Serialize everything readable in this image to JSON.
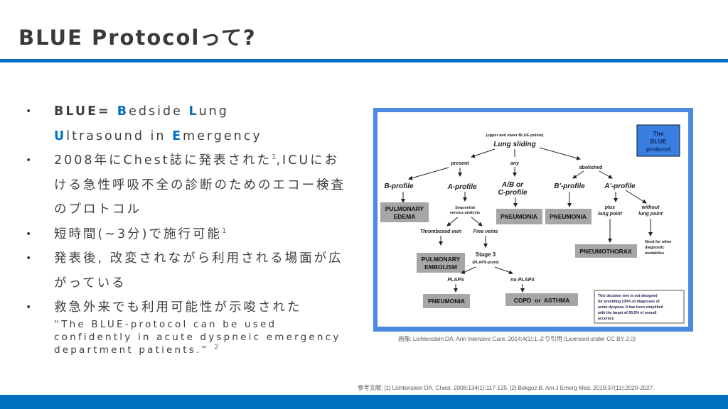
{
  "slide": {
    "title": "BLUE Protocolって?",
    "accent_color": "#0070c0"
  },
  "bullets": [
    {
      "parts": {
        "prefix": "BLUE= ",
        "b": "B",
        "b_rest": "edside ",
        "l": "L",
        "l_rest": "ung",
        "u": "U",
        "u_rest": "ltrasound in ",
        "e": "E",
        "e_rest": "mergency"
      }
    },
    {
      "text": "2008年にChest誌に発表された",
      "sup": "1",
      "tail": ",ICUにおける急性呼吸不全の診断のためのエコー検査のプロトコル"
    },
    {
      "text": "短時間(~3分)で施行可能",
      "sup": "1"
    },
    {
      "text": "発表後, 改変されながら利用される場面が広がっている"
    },
    {
      "text": "救急外来でも利用可能性が示唆された",
      "quote": "“The BLUE-protocol can be used confidently in acute dyspneic emergency department patients.”",
      "quote_sup": "2"
    }
  ],
  "figure": {
    "badge": [
      "The",
      "BLUE",
      "protocol"
    ],
    "top_note": "(upper and lower BLUE-points)",
    "root": "Lung sliding",
    "branches": {
      "present": "present",
      "any": "any",
      "abolished": "abolished"
    },
    "profiles": {
      "b": "B-profile",
      "a": "A-profile",
      "abc": [
        "A/B or",
        "C-profile"
      ],
      "bprime": "B'-profile",
      "aprime": "A'-profile"
    },
    "outcomes": {
      "pulm_edema": [
        "PULMONARY",
        "EDEMA"
      ],
      "pneumonia1": "PNEUMONIA",
      "pneumonia2": "PNEUMONIA",
      "pneumothorax": "PNEUMOTHORAX",
      "pulm_embolism": [
        "PULMONARY",
        "EMBOLISM"
      ],
      "pneumonia3": "PNEUMONIA",
      "copd": "COPD  or  ASTHMA"
    },
    "sequential": [
      "Sequential",
      "venous analysis"
    ],
    "thrombosed": "Thrombosed vein",
    "free": "Free veins",
    "stage3": "Stage 3",
    "plaps_point": "(PLAPS-point)",
    "plaps": "PLAPS",
    "no_plaps": "no PLAPS",
    "plus_lp": [
      "plus",
      "lung point"
    ],
    "without_lp": [
      "without",
      "lung point"
    ],
    "need_other": [
      "Need for other",
      "diagnostic",
      "modalities"
    ],
    "disclaimer": [
      "This decision tree is not designed",
      "for providing 100% of diagnoses of",
      "acute dyspnea. It has been simplified",
      "with the target of 90.5% of overall",
      "accuracy"
    ]
  },
  "caption": "画像: Lichtenstein DA. Ann Intensive Care. 2014;4(1):1.より引用 (Licensed under CC BY 2.0)",
  "references": "参考文献: [1] Lichtenstein DA. Chest. 2008;134(1):117-125. [2] Bekgoz B. Am J Emerg Med. 2019;37(11):2020-2027."
}
